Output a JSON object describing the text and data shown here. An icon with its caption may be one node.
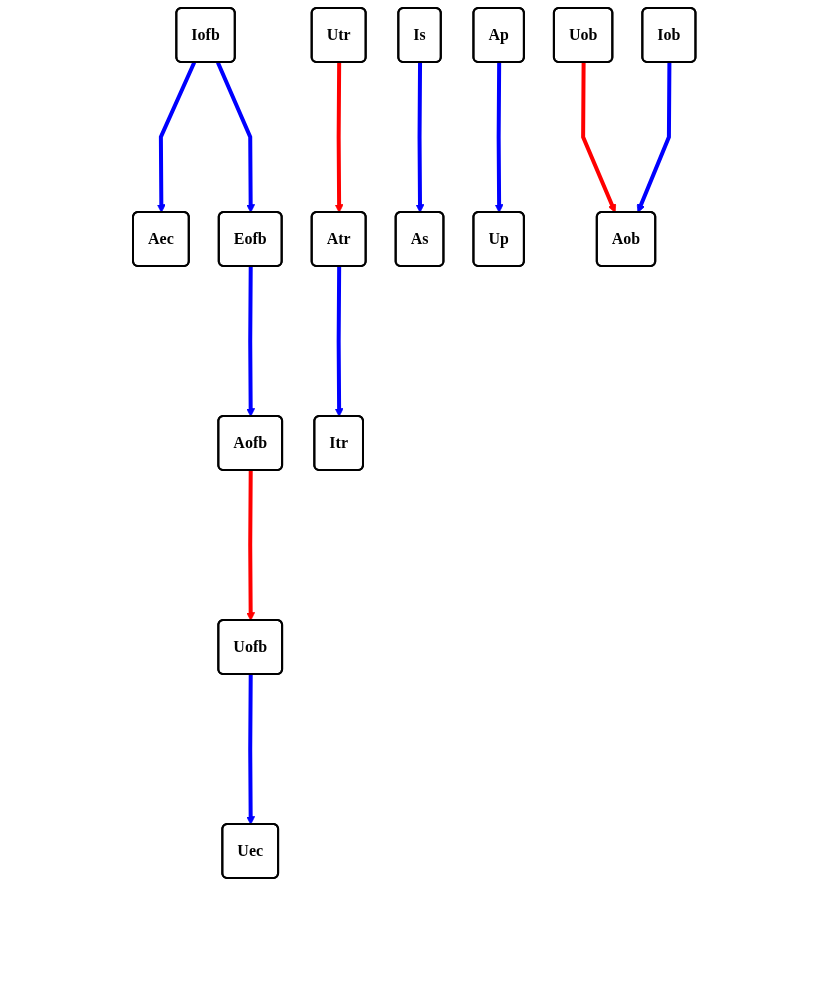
{
  "diagram": {
    "nodes": [
      {
        "text": [
          "Iofb"
        ]
      },
      {
        "text": [
          "Utr"
        ]
      },
      {
        "text": [
          "Is"
        ]
      },
      {
        "text": [
          "Ap"
        ]
      },
      {
        "text": [
          "Uob"
        ]
      },
      {
        "text": [
          "Iob"
        ]
      },
      {
        "text": [
          "Aec"
        ]
      },
      {
        "text": [
          "Eofb"
        ]
      },
      {
        "text": [
          "Atr"
        ]
      },
      {
        "text": [
          "As"
        ]
      },
      {
        "text": [
          "Up"
        ]
      },
      {
        "text": [
          "Aob"
        ]
      },
      {
        "text": [
          "Aofb"
        ]
      },
      {
        "text": [
          "Itr"
        ]
      },
      {
        "text": [
          "Uofb"
        ]
      },
      {
        "text": [
          "Uec"
        ]
      }
    ],
    "edges": [
      {
        "from": 0,
        "to": 6,
        "arrow": "to"
      },
      {
        "from": 0,
        "to": 7,
        "arrow": "to"
      },
      {
        "from": 1,
        "to": 8,
        "arrow": "to",
        "color": "#ff0000"
      },
      {
        "from": 2,
        "to": 9,
        "arrow": "to"
      },
      {
        "from": 3,
        "to": 10,
        "arrow": "to"
      },
      {
        "from": 4,
        "to": 11,
        "arrow": "to",
        "color": "#ff0000"
      },
      {
        "from": 5,
        "to": 11,
        "arrow": "to"
      },
      {
        "from": 7,
        "to": 12,
        "arrow": "to"
      },
      {
        "from": 8,
        "to": 13,
        "arrow": "to"
      },
      {
        "from": 12,
        "to": 14,
        "arrow": "to",
        "color": "#ff0000"
      },
      {
        "from": 14,
        "to": 15,
        "arrow": "to"
      }
    ]
  }
}
